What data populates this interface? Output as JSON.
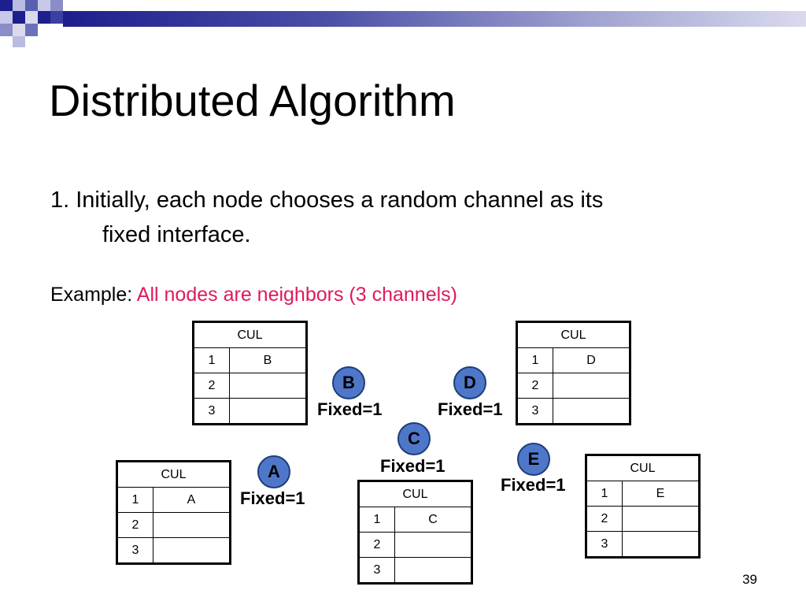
{
  "slide": {
    "title": "Distributed Algorithm",
    "bullet_line1": "1. Initially, each node chooses a random channel as its",
    "bullet_line2": "fixed interface.",
    "example_label": "Example:",
    "example_text": "All nodes are neighbors (3 channels)",
    "page_number": "39"
  },
  "colors": {
    "node_fill": "#4f77c9",
    "highlight": "#e0195e",
    "band_dark": "#1c1f8c"
  },
  "nodes": {
    "A": {
      "label": "A",
      "fixed": "Fixed=1"
    },
    "B": {
      "label": "B",
      "fixed": "Fixed=1"
    },
    "C": {
      "label": "C",
      "fixed": "Fixed=1"
    },
    "D": {
      "label": "D",
      "fixed": "Fixed=1"
    },
    "E": {
      "label": "E",
      "fixed": "Fixed=1"
    }
  },
  "tables": {
    "A": {
      "header": "CUL",
      "rows": [
        [
          "1",
          "A"
        ],
        [
          "2",
          ""
        ],
        [
          "3",
          ""
        ]
      ]
    },
    "B": {
      "header": "CUL",
      "rows": [
        [
          "1",
          "B"
        ],
        [
          "2",
          ""
        ],
        [
          "3",
          ""
        ]
      ]
    },
    "C": {
      "header": "CUL",
      "rows": [
        [
          "1",
          "C"
        ],
        [
          "2",
          ""
        ],
        [
          "3",
          ""
        ]
      ]
    },
    "D": {
      "header": "CUL",
      "rows": [
        [
          "1",
          "D"
        ],
        [
          "2",
          ""
        ],
        [
          "3",
          ""
        ]
      ]
    },
    "E": {
      "header": "CUL",
      "rows": [
        [
          "1",
          "E"
        ],
        [
          "2",
          ""
        ],
        [
          "3",
          ""
        ]
      ]
    }
  }
}
